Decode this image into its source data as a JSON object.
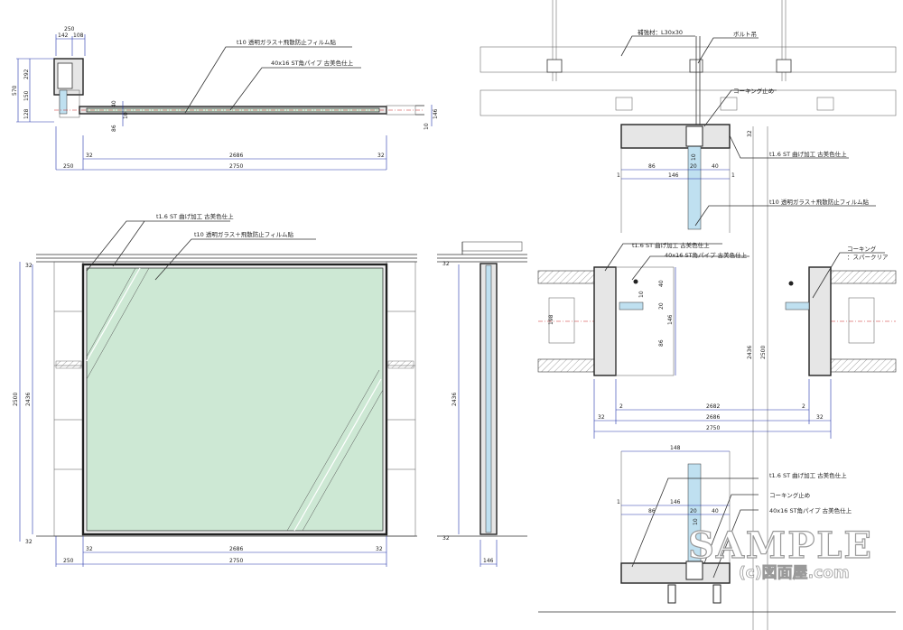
{
  "notes": {
    "glass_film": "t10 透明ガラス＋飛散防止フィルム貼",
    "pipe": "40x16 ST角パイプ 古美色仕上",
    "bent_steel": "t1.6 ST 曲げ加工 古美色仕上",
    "reinforcement": "補強材：L30x30",
    "bolt": "ボルト吊",
    "caulk": "コーキング止め",
    "caulking": "コーキング",
    "sparkle_clear": "：スパークリア"
  },
  "dims": {
    "d250": "250",
    "d142": "142",
    "d108": "108",
    "d570": "570",
    "d292": "292",
    "d150": "150",
    "d128": "128",
    "d40": "40",
    "d86": "86",
    "d10": "10",
    "d146": "146",
    "d32": "32",
    "d2686": "2686",
    "d2750": "2750",
    "d2500": "2500",
    "d2436": "2436",
    "d20": "20",
    "d1": "1",
    "d2": "2",
    "d198": "198",
    "d2682": "2682",
    "d148": "148"
  },
  "watermark": {
    "sample": "SAMPLE",
    "site": "(c)図面屋.com"
  }
}
